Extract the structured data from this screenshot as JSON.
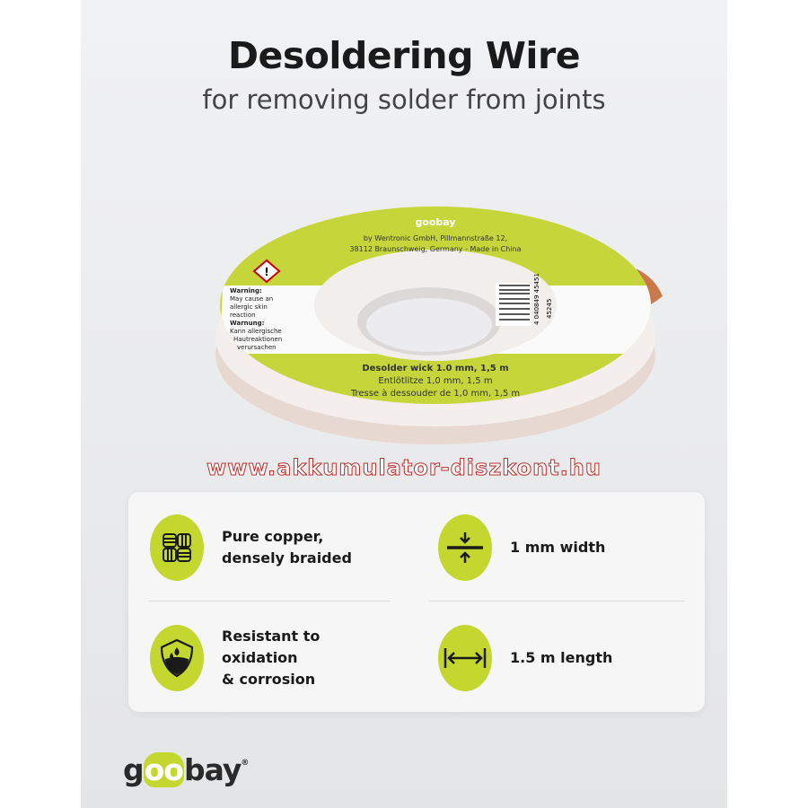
{
  "header": {
    "title": "Desoldering Wire",
    "subtitle": "for removing solder from joints"
  },
  "product": {
    "brand": "goobay",
    "maker": "by Wentronic GmbH, Pillmannstraße 12,",
    "address": "38112 Braunschweig, Germany - Made in China",
    "warning": [
      "Warning:",
      "May cause an",
      "allergic skin",
      "reaction",
      "Warnung:",
      "Kann allergische",
      "Hautreaktionen",
      "verursachen"
    ],
    "label_lines": [
      "Desolder wick 1.0 mm, 1,5 m",
      "Entlötlitze 1,0 mm, 1,5 m",
      "Tresse à dessouder de 1,0 mm, 1,5 m"
    ],
    "barcode": "4 040849 45451",
    "article": "45245"
  },
  "features": [
    {
      "icon": "braid-icon",
      "text": "Pure copper,\ndensely braided"
    },
    {
      "icon": "width-arrows-icon",
      "text": "1 mm width"
    },
    {
      "icon": "shield-drop-icon",
      "text": "Resistant to\noxidation\n& corrosion"
    },
    {
      "icon": "length-arrow-icon",
      "text": "1.5 m length"
    }
  ],
  "footer": {
    "logo": "goobay"
  },
  "watermark": "www.akkumulator-diszkont.hu",
  "colors": {
    "accent": "#c4d72e",
    "text": "#1a1a1a"
  }
}
